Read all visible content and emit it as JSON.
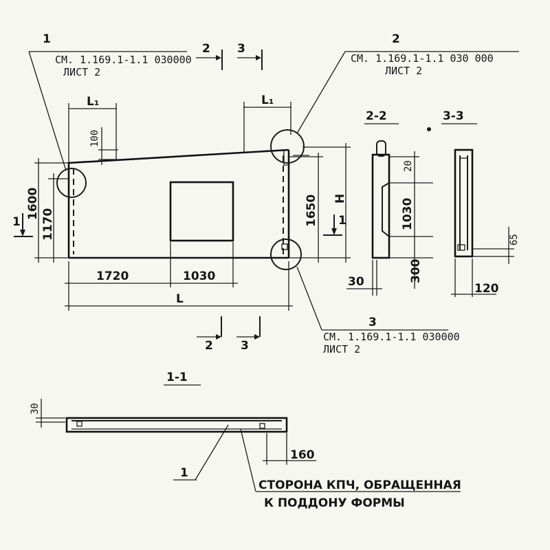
{
  "callouts": {
    "c1": {
      "num": "1",
      "ref": "СМ. 1.169.1-1.1 030000",
      "sheet": "ЛИСТ 2"
    },
    "c2": {
      "num": "2",
      "ref": "СМ. 1.169.1-1.1 030 000",
      "sheet": "ЛИСТ 2"
    },
    "c3": {
      "num": "3",
      "ref": "СМ. 1.169.1-1.1 030000",
      "sheet": "ЛИСТ 2"
    }
  },
  "section_marks": {
    "s2": "2",
    "s3": "3",
    "s1": "1"
  },
  "section_titles": {
    "t22": "2-2",
    "t33": "3-3",
    "t11": "1-1"
  },
  "dims": {
    "L1": "L₁",
    "d100": "100",
    "d1600": "1600",
    "d1170": "1170",
    "d1720": "1720",
    "d1030": "1030",
    "L": "L",
    "d1650": "1650",
    "H": "H",
    "d20": "20",
    "d1030v": "1030",
    "d300": "300",
    "d30": "30",
    "d65": "65",
    "d120": "120",
    "d30s": "30",
    "d160": "160"
  },
  "note": {
    "leader_num": "1",
    "line1": "СТОРОНА КПЧ, ОБРАЩЕННАЯ",
    "line2": "К ПОДДОНУ ФОРМЫ"
  }
}
